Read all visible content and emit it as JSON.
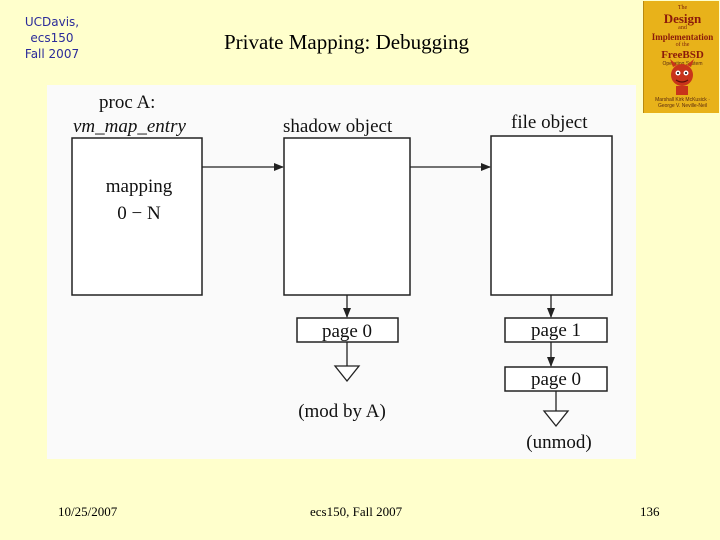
{
  "header": {
    "corner_line1": "UCDavis, ecs150",
    "corner_line2": "Fall 2007",
    "title": "Private Mapping: Debugging"
  },
  "book_cover": {
    "line1": "The",
    "line2": "Design",
    "line3": "and",
    "line4": "Implementation",
    "line5": "of the",
    "line6": "FreeBSD",
    "line7": "Operating System",
    "authors": "Marshall Kirk McKusick · George V. Neville-Neil"
  },
  "diagram": {
    "proc_label": "proc A:",
    "entry_label": "vm_map_entry",
    "mapping_label": "mapping",
    "range_label": "0 − N",
    "shadow_label": "shadow object",
    "file_label": "file object",
    "shadow_page": "page 0",
    "file_page1": "page 1",
    "file_page0": "page 0",
    "mod_note": "(mod by A)",
    "unmod_note": "(unmod)"
  },
  "footer": {
    "date": "10/25/2007",
    "course": "ecs150, Fall 2007",
    "page_number": "136"
  },
  "colors": {
    "background": "#ffffcc",
    "corner_text": "#2b2b9a",
    "book_cover": "#e8b21a"
  }
}
